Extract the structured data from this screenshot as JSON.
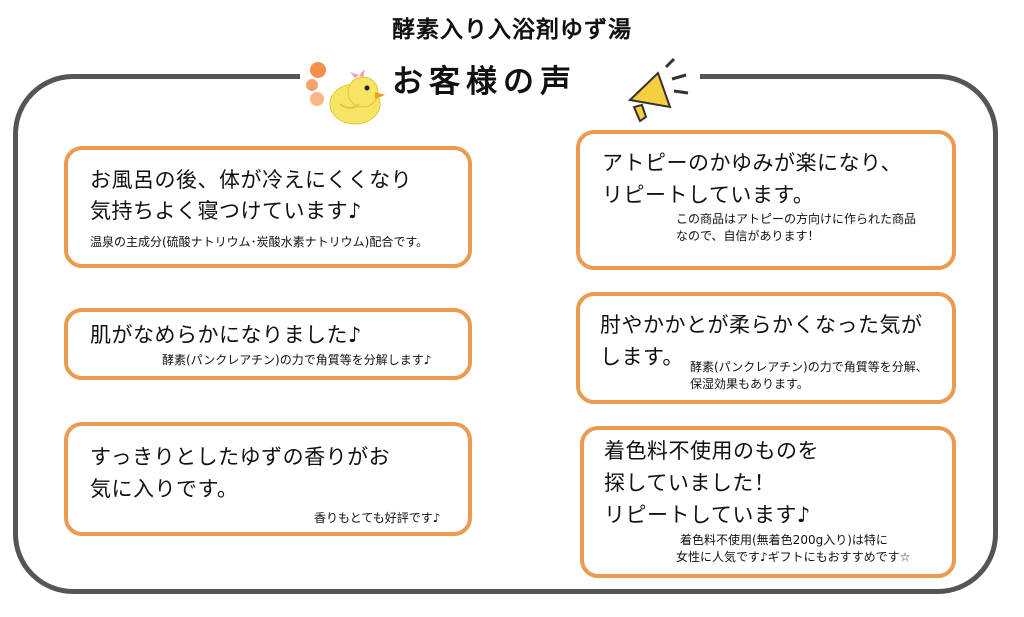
{
  "title": "酵素入り入浴剤ゆず湯",
  "subtitle": "お客様の声",
  "colors": {
    "card_border": "#ec9a4f",
    "frame_border": "#555555"
  },
  "reviews": [
    {
      "lines": [
        "お風呂の後、体が冷えにくくなり",
        "気持ちよく寝つけています♪"
      ],
      "note_lines": [
        "温泉の主成分(硫酸ナトリウム･炭酸水素ナトリウム)配合です。"
      ]
    },
    {
      "lines": [
        "アトピーのかゆみが楽になり、",
        "リピートしています。"
      ],
      "note_lines": [
        "この商品はアトピーの方向けに作られた商品",
        "なので、自信があります！"
      ]
    },
    {
      "lines": [
        "肌がなめらかになりました♪"
      ],
      "note_lines": [
        "酵素(パンクレアチン)の力で角質等を分解します♪"
      ]
    },
    {
      "lines": [
        "肘やかかとが柔らかくなった気が",
        "します。"
      ],
      "note_lines": [
        "酵素(パンクレアチン)の力で角質等を分解、",
        "保湿効果もあります。"
      ]
    },
    {
      "lines": [
        "すっきりとしたゆずの香りがお",
        "気に入りです。"
      ],
      "note_lines": [
        "香りもとても好評です♪"
      ]
    },
    {
      "lines": [
        "着色料不使用のものを",
        "探していました！",
        "リピートしています♪"
      ],
      "note_lines": [
        "着色料不使用(無着色200g入り)は特に",
        "女性に人気です♪ギフトにもおすすめです☆"
      ]
    }
  ]
}
